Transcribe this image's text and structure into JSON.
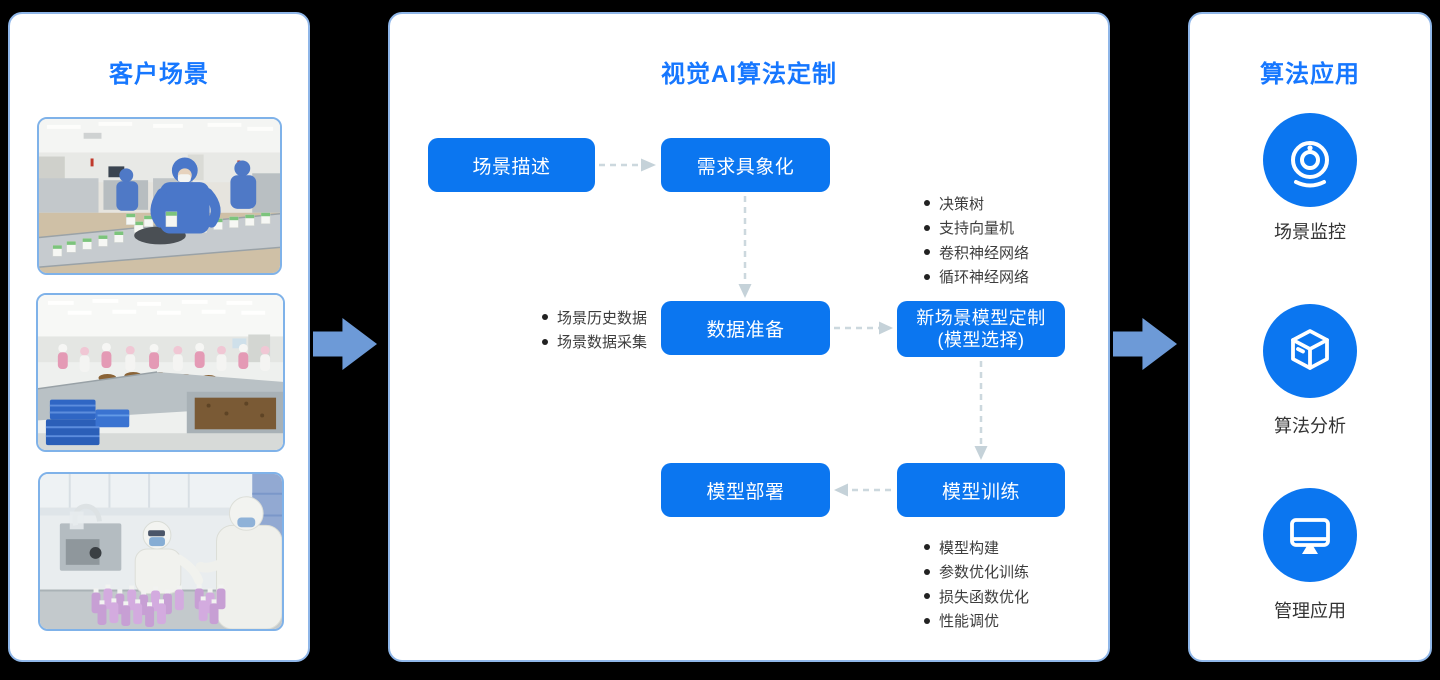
{
  "colors": {
    "background": "#000000",
    "panel_border": "#8fb6e8",
    "primary_blue": "#0b76f0",
    "title_blue": "#1677ff",
    "arrow_blue": "#6d9ad7",
    "connector_gray": "#ccd8de",
    "bullet_text": "#3d3d3d"
  },
  "left_panel": {
    "title": "客户场景",
    "photos": [
      {
        "name": "packaging-line-photo"
      },
      {
        "name": "food-processing-photo"
      },
      {
        "name": "cleanroom-bottling-photo"
      }
    ]
  },
  "middle_panel": {
    "title": "视觉AI算法定制",
    "flow": {
      "scene_description": "场景描述",
      "requirement_concretization": "需求具象化",
      "data_preparation": "数据准备",
      "model_customization_line1": "新场景模型定制",
      "model_customization_line2": "(模型选择)",
      "model_deployment": "模型部署",
      "model_training": "模型训练"
    },
    "model_options": [
      "决策树",
      "支持向量机",
      "卷积神经网络",
      "循环神经网络"
    ],
    "data_sources": [
      "场景历史数据",
      "场景数据采集"
    ],
    "training_steps": [
      "模型构建",
      "参数优化训练",
      "损失函数优化",
      "性能调优"
    ]
  },
  "right_panel": {
    "title": "算法应用",
    "apps": [
      {
        "icon": "webcam-icon",
        "label": "场景监控"
      },
      {
        "icon": "cube-icon",
        "label": "算法分析"
      },
      {
        "icon": "monitor-icon",
        "label": "管理应用"
      }
    ]
  }
}
